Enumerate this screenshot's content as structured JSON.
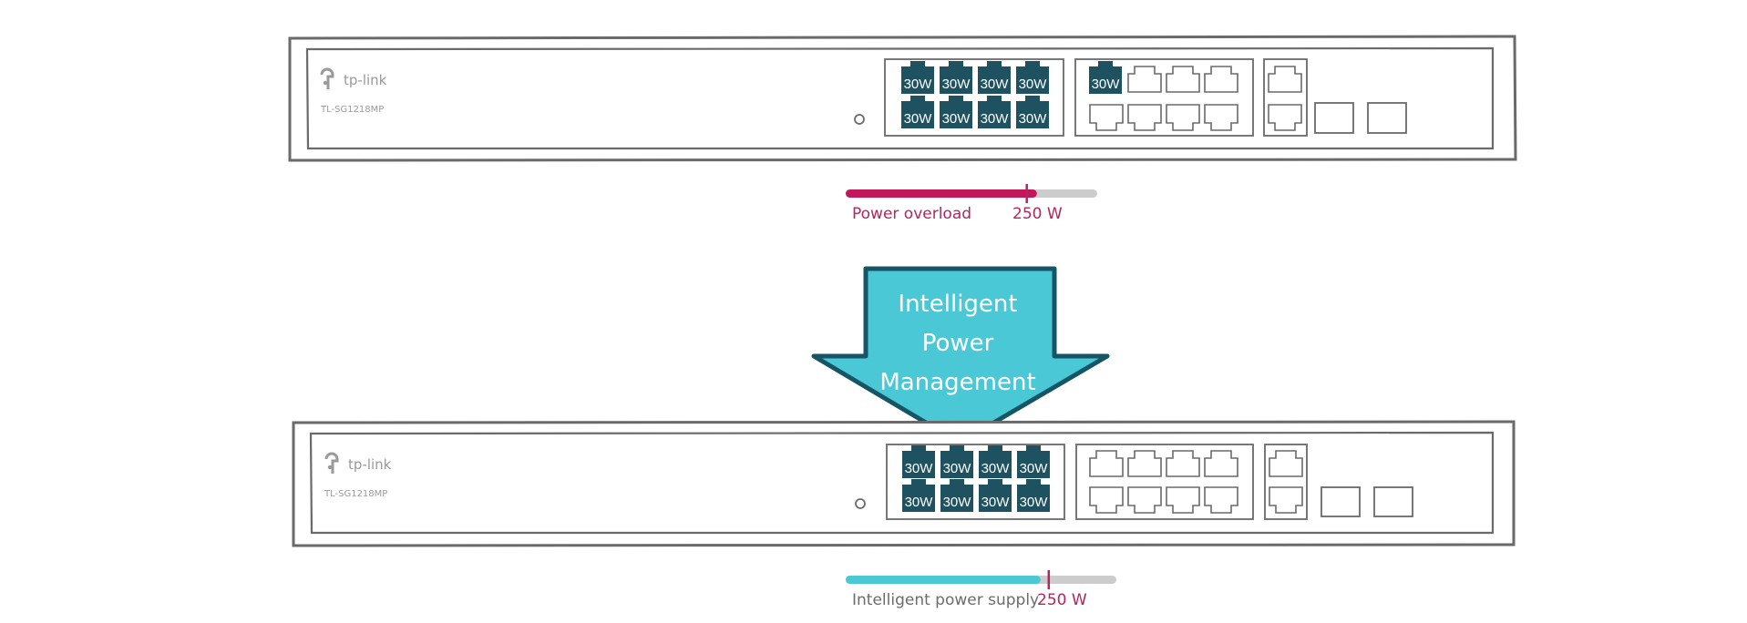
{
  "colors": {
    "overload_bar": "#c2185b",
    "intelligent_bar": "#4ac8d6",
    "bar_track": "#cccccc",
    "limit_marker": "#b0275f",
    "poe_port": "#1e5260",
    "arrow_fill": "#4ac8d6",
    "arrow_stroke": "#155566",
    "outline": "#6a6a6a"
  },
  "switch_top": {
    "brand": "tp-link",
    "model": "TL-SG1218MP",
    "poe_port_labels": [
      "30W",
      "30W",
      "30W",
      "30W",
      "30W",
      "30W",
      "30W",
      "30W",
      "30W"
    ]
  },
  "switch_bottom": {
    "brand": "tp-link",
    "model": "TL-SG1218MP",
    "poe_port_labels": [
      "30W",
      "30W",
      "30W",
      "30W",
      "30W",
      "30W",
      "30W",
      "30W"
    ]
  },
  "arrow": {
    "line1": "Intelligent",
    "line2": "Power",
    "line3": "Management",
    "icon": "down-arrow-icon"
  },
  "meter_top": {
    "caption": "Power overload",
    "limit_label": "250 W",
    "fill_fraction": 0.76,
    "limit_fraction": 0.72
  },
  "meter_bottom": {
    "caption": "Intelligent power supply",
    "limit_label": "250 W",
    "fill_fraction": 0.72,
    "limit_fraction": 0.75
  }
}
